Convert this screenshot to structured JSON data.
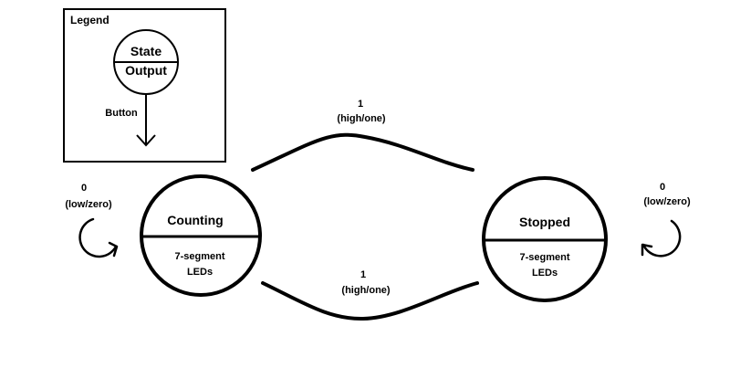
{
  "legend": {
    "title": "Legend",
    "state_label": "State",
    "output_label": "Output",
    "transition_label": "Button"
  },
  "states": {
    "counting": {
      "name": "Counting",
      "output_line1": "7-segment",
      "output_line2": "LEDs"
    },
    "stopped": {
      "name": "Stopped",
      "output_line1": "7-segment",
      "output_line2": "LEDs"
    }
  },
  "transitions": {
    "counting_self": {
      "input_line1": "0",
      "input_line2": "(low/zero)"
    },
    "stopped_self": {
      "input_line1": "0",
      "input_line2": "(low/zero)"
    },
    "counting_to_stopped": {
      "input_line1": "1",
      "input_line2": "(high/one)"
    },
    "stopped_to_counting": {
      "input_line1": "1",
      "input_line2": "(high/one)"
    }
  },
  "colors": {
    "stroke": "#000000",
    "background": "#ffffff"
  }
}
